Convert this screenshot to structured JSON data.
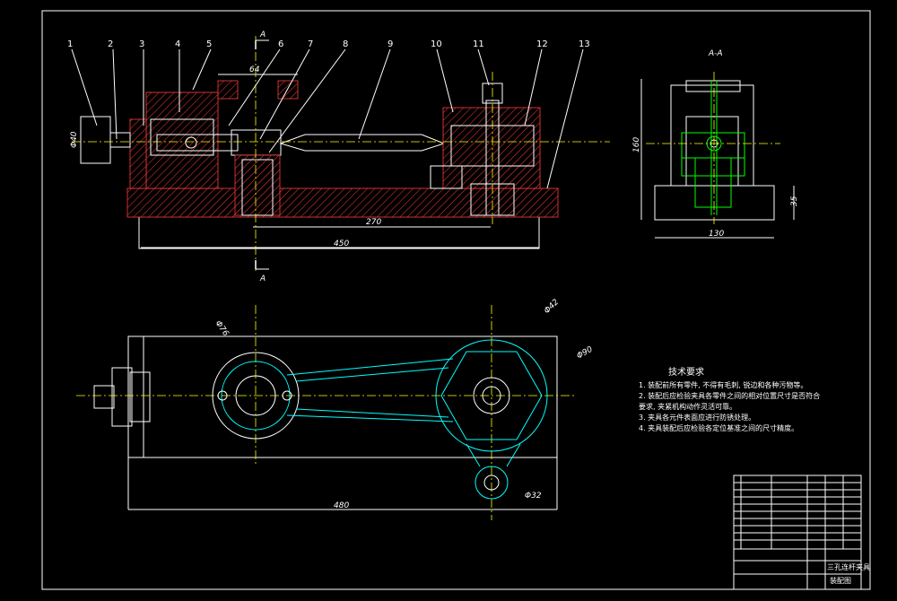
{
  "part_numbers": [
    "1",
    "2",
    "3",
    "4",
    "5",
    "6",
    "7",
    "8",
    "9",
    "10",
    "11",
    "12",
    "13"
  ],
  "section": {
    "label": "A",
    "title": "A-A"
  },
  "dimensions": {
    "d64": "64",
    "d270": "270",
    "d450": "450",
    "d480": "480",
    "d130": "130",
    "d160": "160",
    "d35": "35",
    "phi40": "Φ40",
    "phi76": "Φ76",
    "phi42": "Φ42",
    "phi90": "Φ90",
    "phi32": "Φ32"
  },
  "notes": {
    "title": "技术要求",
    "lines": [
      "1. 装配前所有零件, 不得有毛刺, 锐边和各种污物等。",
      "2. 装配后应检验夹具各零件之间的相对位置尺寸是否符合",
      "   要求, 夹紧机构动作灵活可靠。",
      "3. 夹具各元件表面应进行防锈处理。",
      "4. 夹具装配后应检验各定位基准之间的尺寸精度。"
    ]
  },
  "title_block": {
    "name": "三孔连杆夹具",
    "drawing": "装配图"
  },
  "colors": {
    "hatch": "#ff3b3b",
    "center": "#ffff00",
    "section_green": "#00ff00",
    "plan_cyan": "#00ffff"
  }
}
